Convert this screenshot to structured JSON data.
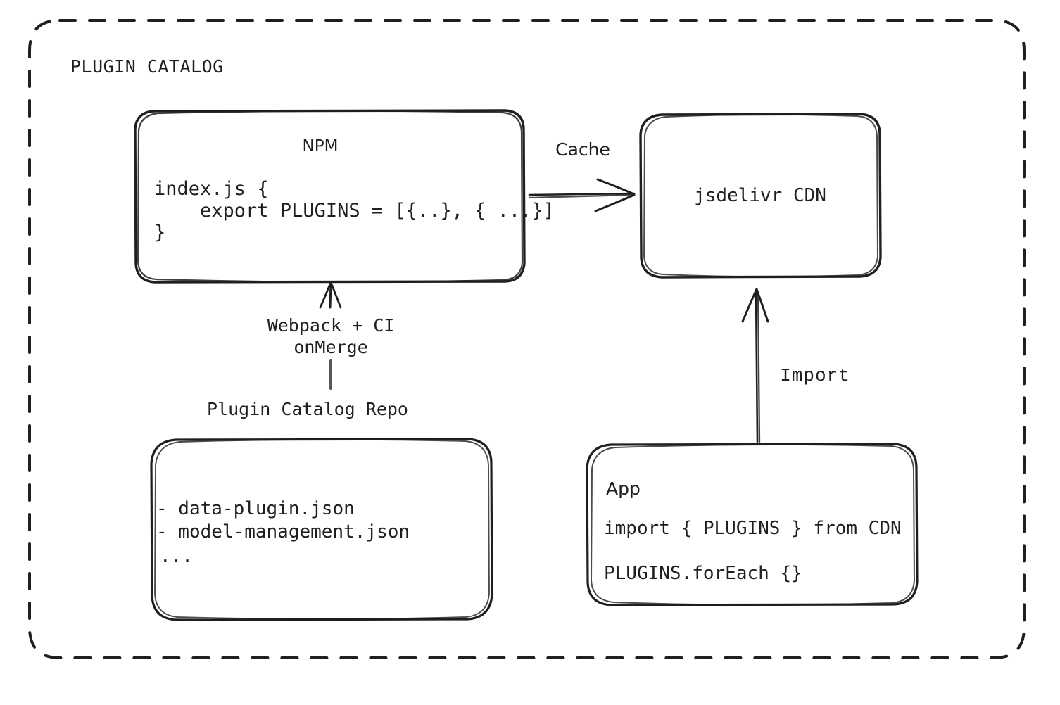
{
  "diagram": {
    "title": "PLUGIN CATALOG",
    "background": "#ffffff",
    "stroke_color": "#1f1f1f",
    "style": "hand-drawn dashed container with rounded sketch boxes"
  },
  "nodes": {
    "npm": {
      "title": "NPM",
      "code_lines": [
        "index.js {",
        "    export PLUGINS = [{..}, { ...}]",
        "}"
      ]
    },
    "cdn": {
      "title": "jsdelivr CDN"
    },
    "repo": {
      "title": "Plugin Catalog Repo",
      "items": [
        "- data-plugin.json",
        "- model-management.json",
        "..."
      ]
    },
    "app": {
      "title": "App",
      "code_lines": [
        "import { PLUGINS } from CDN",
        "PLUGINS.forEach {}"
      ]
    }
  },
  "edges": {
    "cache": {
      "label": "Cache",
      "from": "npm",
      "to": "cdn",
      "direction": "right"
    },
    "import": {
      "label": "Import",
      "from": "app",
      "to": "cdn",
      "direction": "up"
    },
    "build": {
      "label_line_1": "Webpack + CI",
      "label_line_2": "onMerge",
      "from": "repo",
      "to": "npm",
      "direction": "up"
    }
  }
}
